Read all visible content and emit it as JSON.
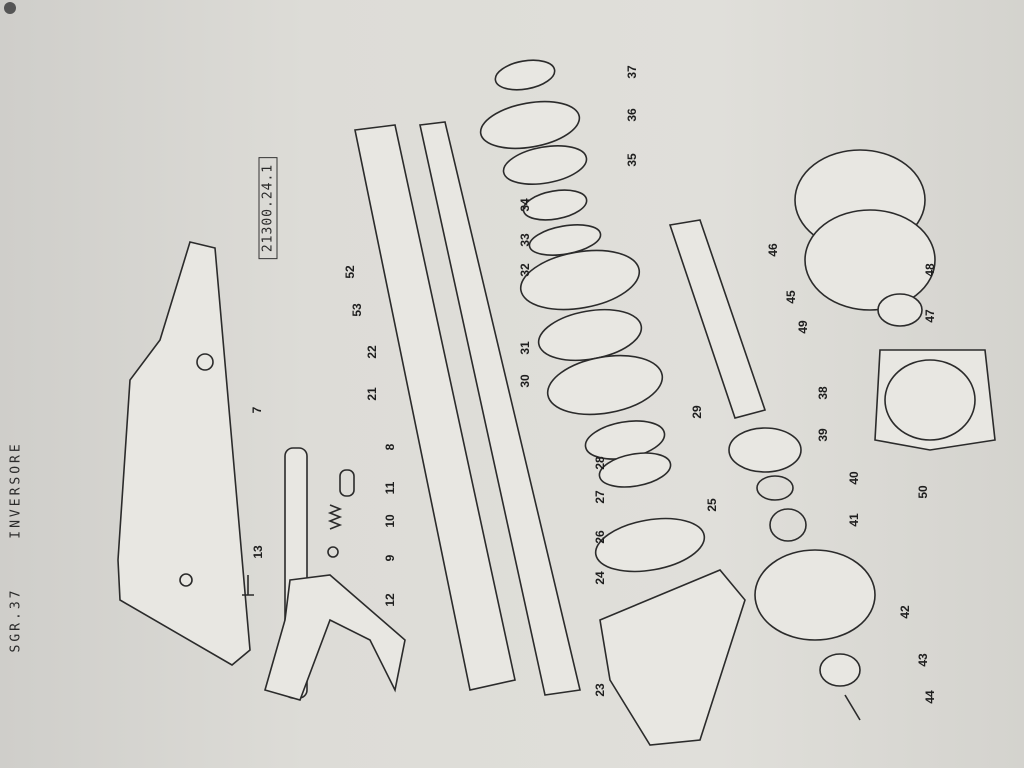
{
  "header": {
    "section": "SGR.37",
    "title": "INVERSORE"
  },
  "drawing_code": "21300.24.1",
  "part_labels": [
    "7",
    "8",
    "9",
    "10",
    "11",
    "12",
    "13",
    "21",
    "22",
    "23",
    "24",
    "25",
    "26",
    "27",
    "28",
    "29",
    "30",
    "31",
    "32",
    "33",
    "34",
    "35",
    "36",
    "37",
    "38",
    "39",
    "40",
    "41",
    "42",
    "43",
    "44",
    "45",
    "46",
    "47",
    "48",
    "49",
    "50",
    "52",
    "53"
  ]
}
